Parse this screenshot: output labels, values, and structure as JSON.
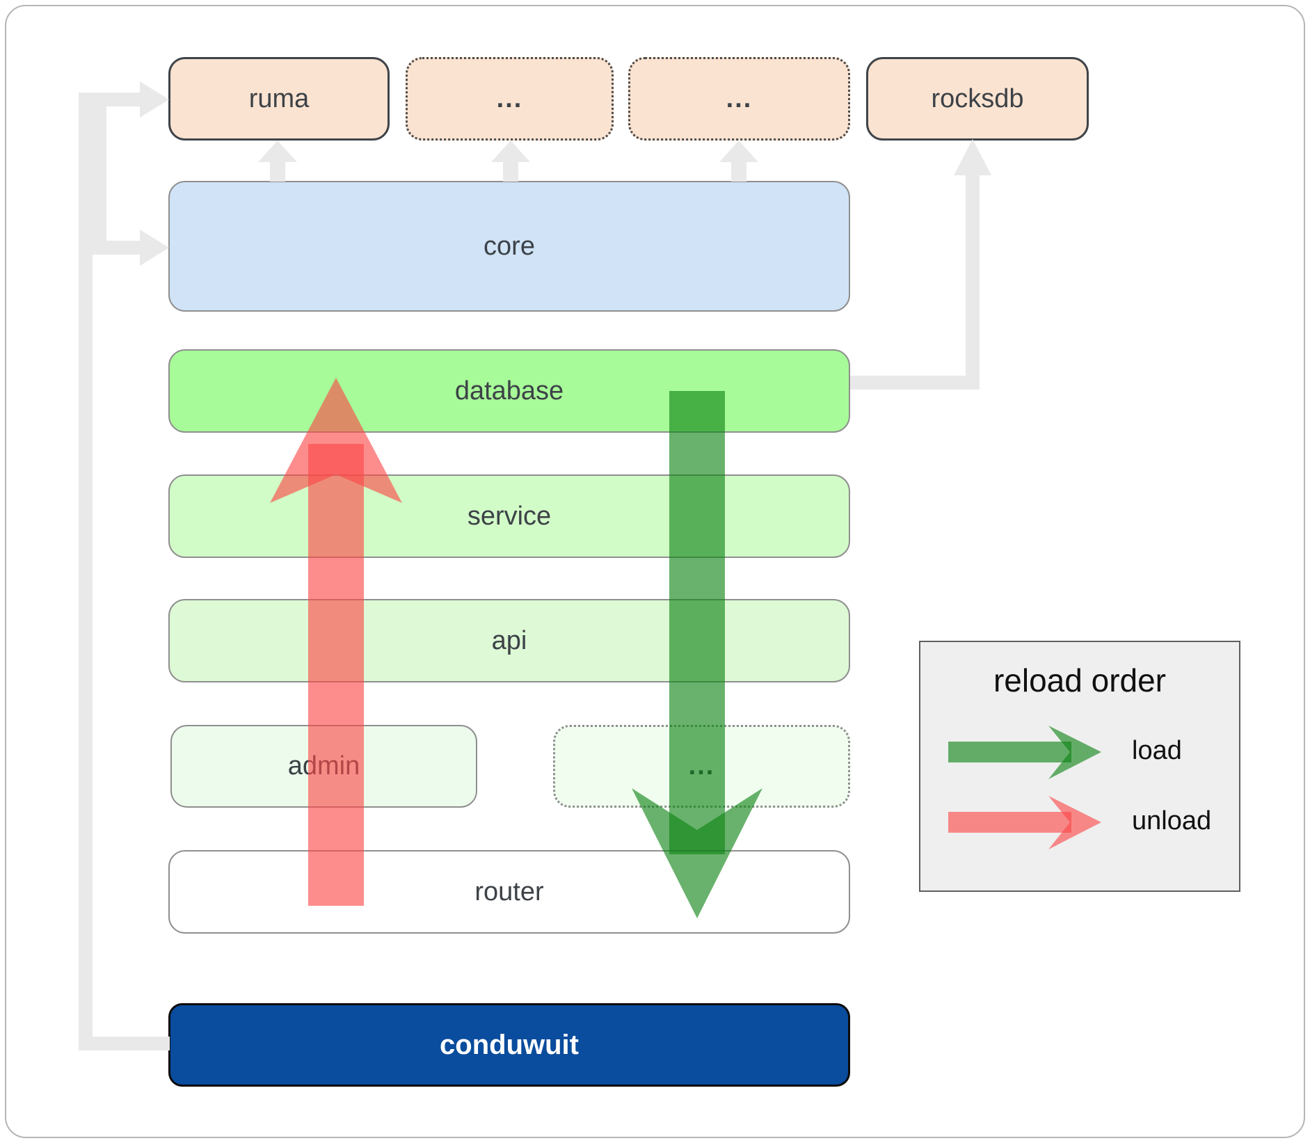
{
  "diagram": {
    "boxes": {
      "ruma": "ruma",
      "dep_other_1": "...",
      "dep_other_2": "...",
      "rocksdb": "rocksdb",
      "core": "core",
      "database": "database",
      "service": "service",
      "api": "api",
      "admin": "admin",
      "service_other": "...",
      "router": "router",
      "conduwuit": "conduwuit"
    },
    "legend": {
      "title": "reload order",
      "load_label": "load",
      "unload_label": "unload"
    },
    "colors": {
      "dependency_fill": "#fbe3d1",
      "core_fill": "#d0e3f7",
      "database_fill": "#a7fb98",
      "service_fill": "#d2fcc7",
      "api_fill": "#ddf9d5",
      "admin_fill": "#ecfbec",
      "service_other_fill": "#f0fdef",
      "router_fill": "#ffffff",
      "conduwuit_fill": "#0a4c9d",
      "legend_fill": "#efefef",
      "connector_gray": "#e9e9e9",
      "load_green": "#0d8213",
      "unload_red": "#fc4747"
    }
  }
}
